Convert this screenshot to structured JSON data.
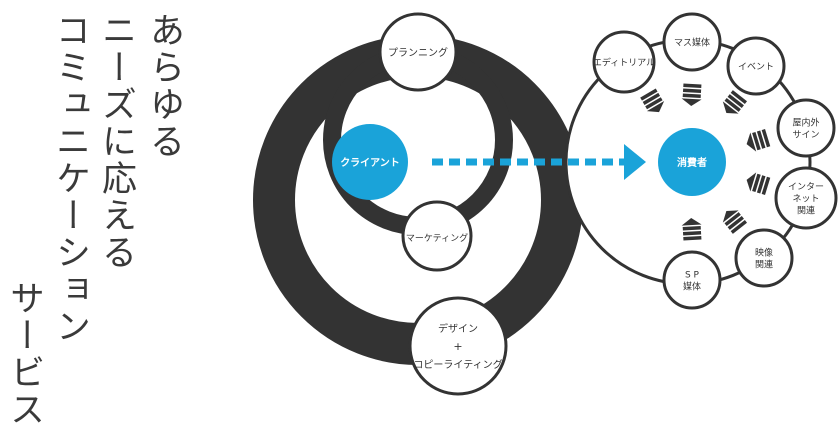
{
  "headline": {
    "columns": [
      "あらゆる",
      "ニーズに応える",
      "コミュニケーション",
      "サービス"
    ],
    "color": "#3a3a3a"
  },
  "nodes": {
    "client": "クライアント",
    "planning": "プランニング",
    "marketing": "マーケティング",
    "design_line1": "デザイン",
    "design_plus": "+",
    "design_line2": "コピーライティング",
    "consumer": "消費者"
  },
  "media": [
    {
      "id": "editorial",
      "lines": [
        "エディトリアル"
      ]
    },
    {
      "id": "mass-media",
      "lines": [
        "マス媒体"
      ]
    },
    {
      "id": "event",
      "lines": [
        "イベント"
      ]
    },
    {
      "id": "outdoor-sign",
      "lines": [
        "屋内外",
        "サイン"
      ]
    },
    {
      "id": "internet",
      "lines": [
        "インター",
        "ネット",
        "関連"
      ]
    },
    {
      "id": "video",
      "lines": [
        "映像",
        "関連"
      ]
    },
    {
      "id": "sp-media",
      "lines": [
        "S P",
        "媒体"
      ]
    }
  ],
  "colors": {
    "ring": "#333333",
    "accent": "#1aa3d9",
    "node_border": "#333333",
    "node_fill": "#ffffff"
  }
}
